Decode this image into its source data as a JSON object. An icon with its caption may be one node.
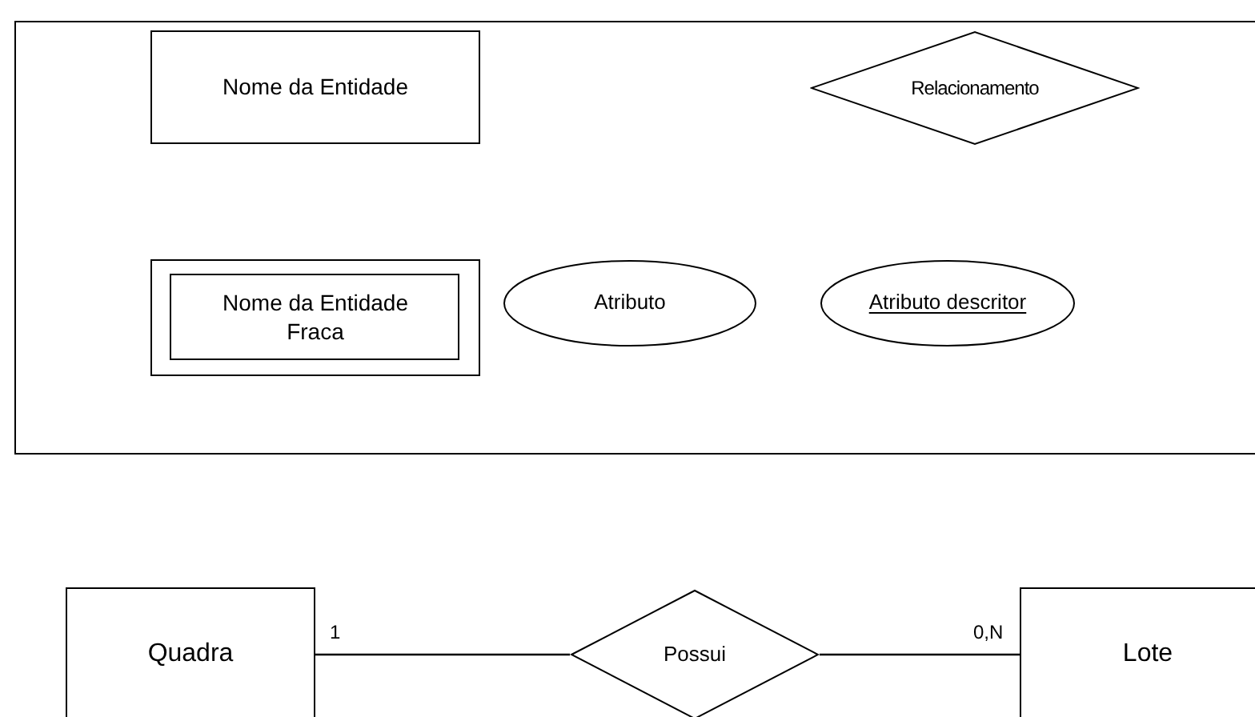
{
  "diagram": {
    "nodes": [
      {
        "text": [],
        "shape": "box"
      },
      {
        "text": [
          "Nome da Entidade"
        ],
        "in": 0
      },
      {
        "text": [
          "Relacionamento"
        ],
        "in": 0
      },
      {
        "text": [
          "Nome da Entidade Fraca"
        ],
        "in": 0
      },
      {
        "text": [
          "Atributo"
        ],
        "in": 0
      },
      {
        "text": [
          "Atributo descritor"
        ],
        "in": 0
      },
      {
        "text": [
          "Quadra"
        ]
      },
      {
        "text": [
          "Possui"
        ]
      },
      {
        "text": [
          "Lote"
        ]
      }
    ],
    "edges": [
      {
        "from": 6,
        "to": 7,
        "arrow": "none",
        "label": "1"
      },
      {
        "from": 7,
        "to": 8,
        "arrow": "none",
        "label": "0,N"
      }
    ]
  }
}
